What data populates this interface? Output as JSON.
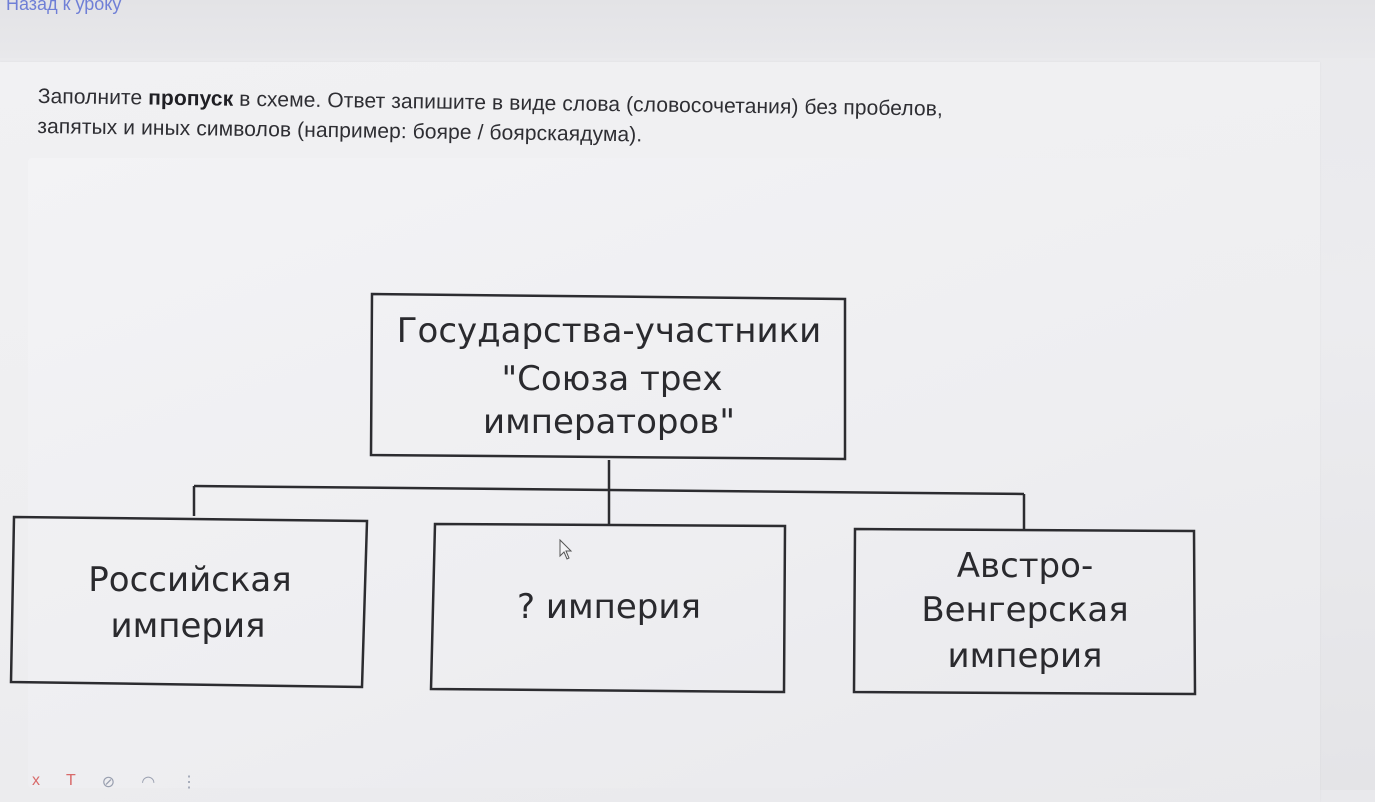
{
  "nav": {
    "back_label": "Назад к уроку"
  },
  "task": {
    "instruction_part1": "Заполните ",
    "instruction_bold": "пропуск",
    "instruction_part2": " в схеме. Ответ запишите в виде слова (словосочетания) без пробелов,",
    "instruction_line2": "запятых и иных символов (например: бояре / боярскаядума)."
  },
  "diagram": {
    "root": {
      "lines": [
        "Государства-участники",
        "\"Союза трех",
        "императоров\""
      ]
    },
    "children": [
      {
        "lines": [
          "Российская",
          "империя"
        ]
      },
      {
        "lines": [
          "? империя"
        ]
      },
      {
        "lines": [
          "Австро-",
          "Венгерская",
          "империя"
        ]
      }
    ]
  },
  "toolbar": {
    "icons": [
      "x-icon",
      "text-icon",
      "link-icon",
      "wifi-icon",
      "more-icon"
    ],
    "glyphs": [
      "x",
      "T",
      "⊘",
      "◠",
      "⋮"
    ]
  },
  "colors": {
    "link": "#6f7fd6",
    "text": "#2e2e33",
    "stroke": "#2c2c30"
  }
}
